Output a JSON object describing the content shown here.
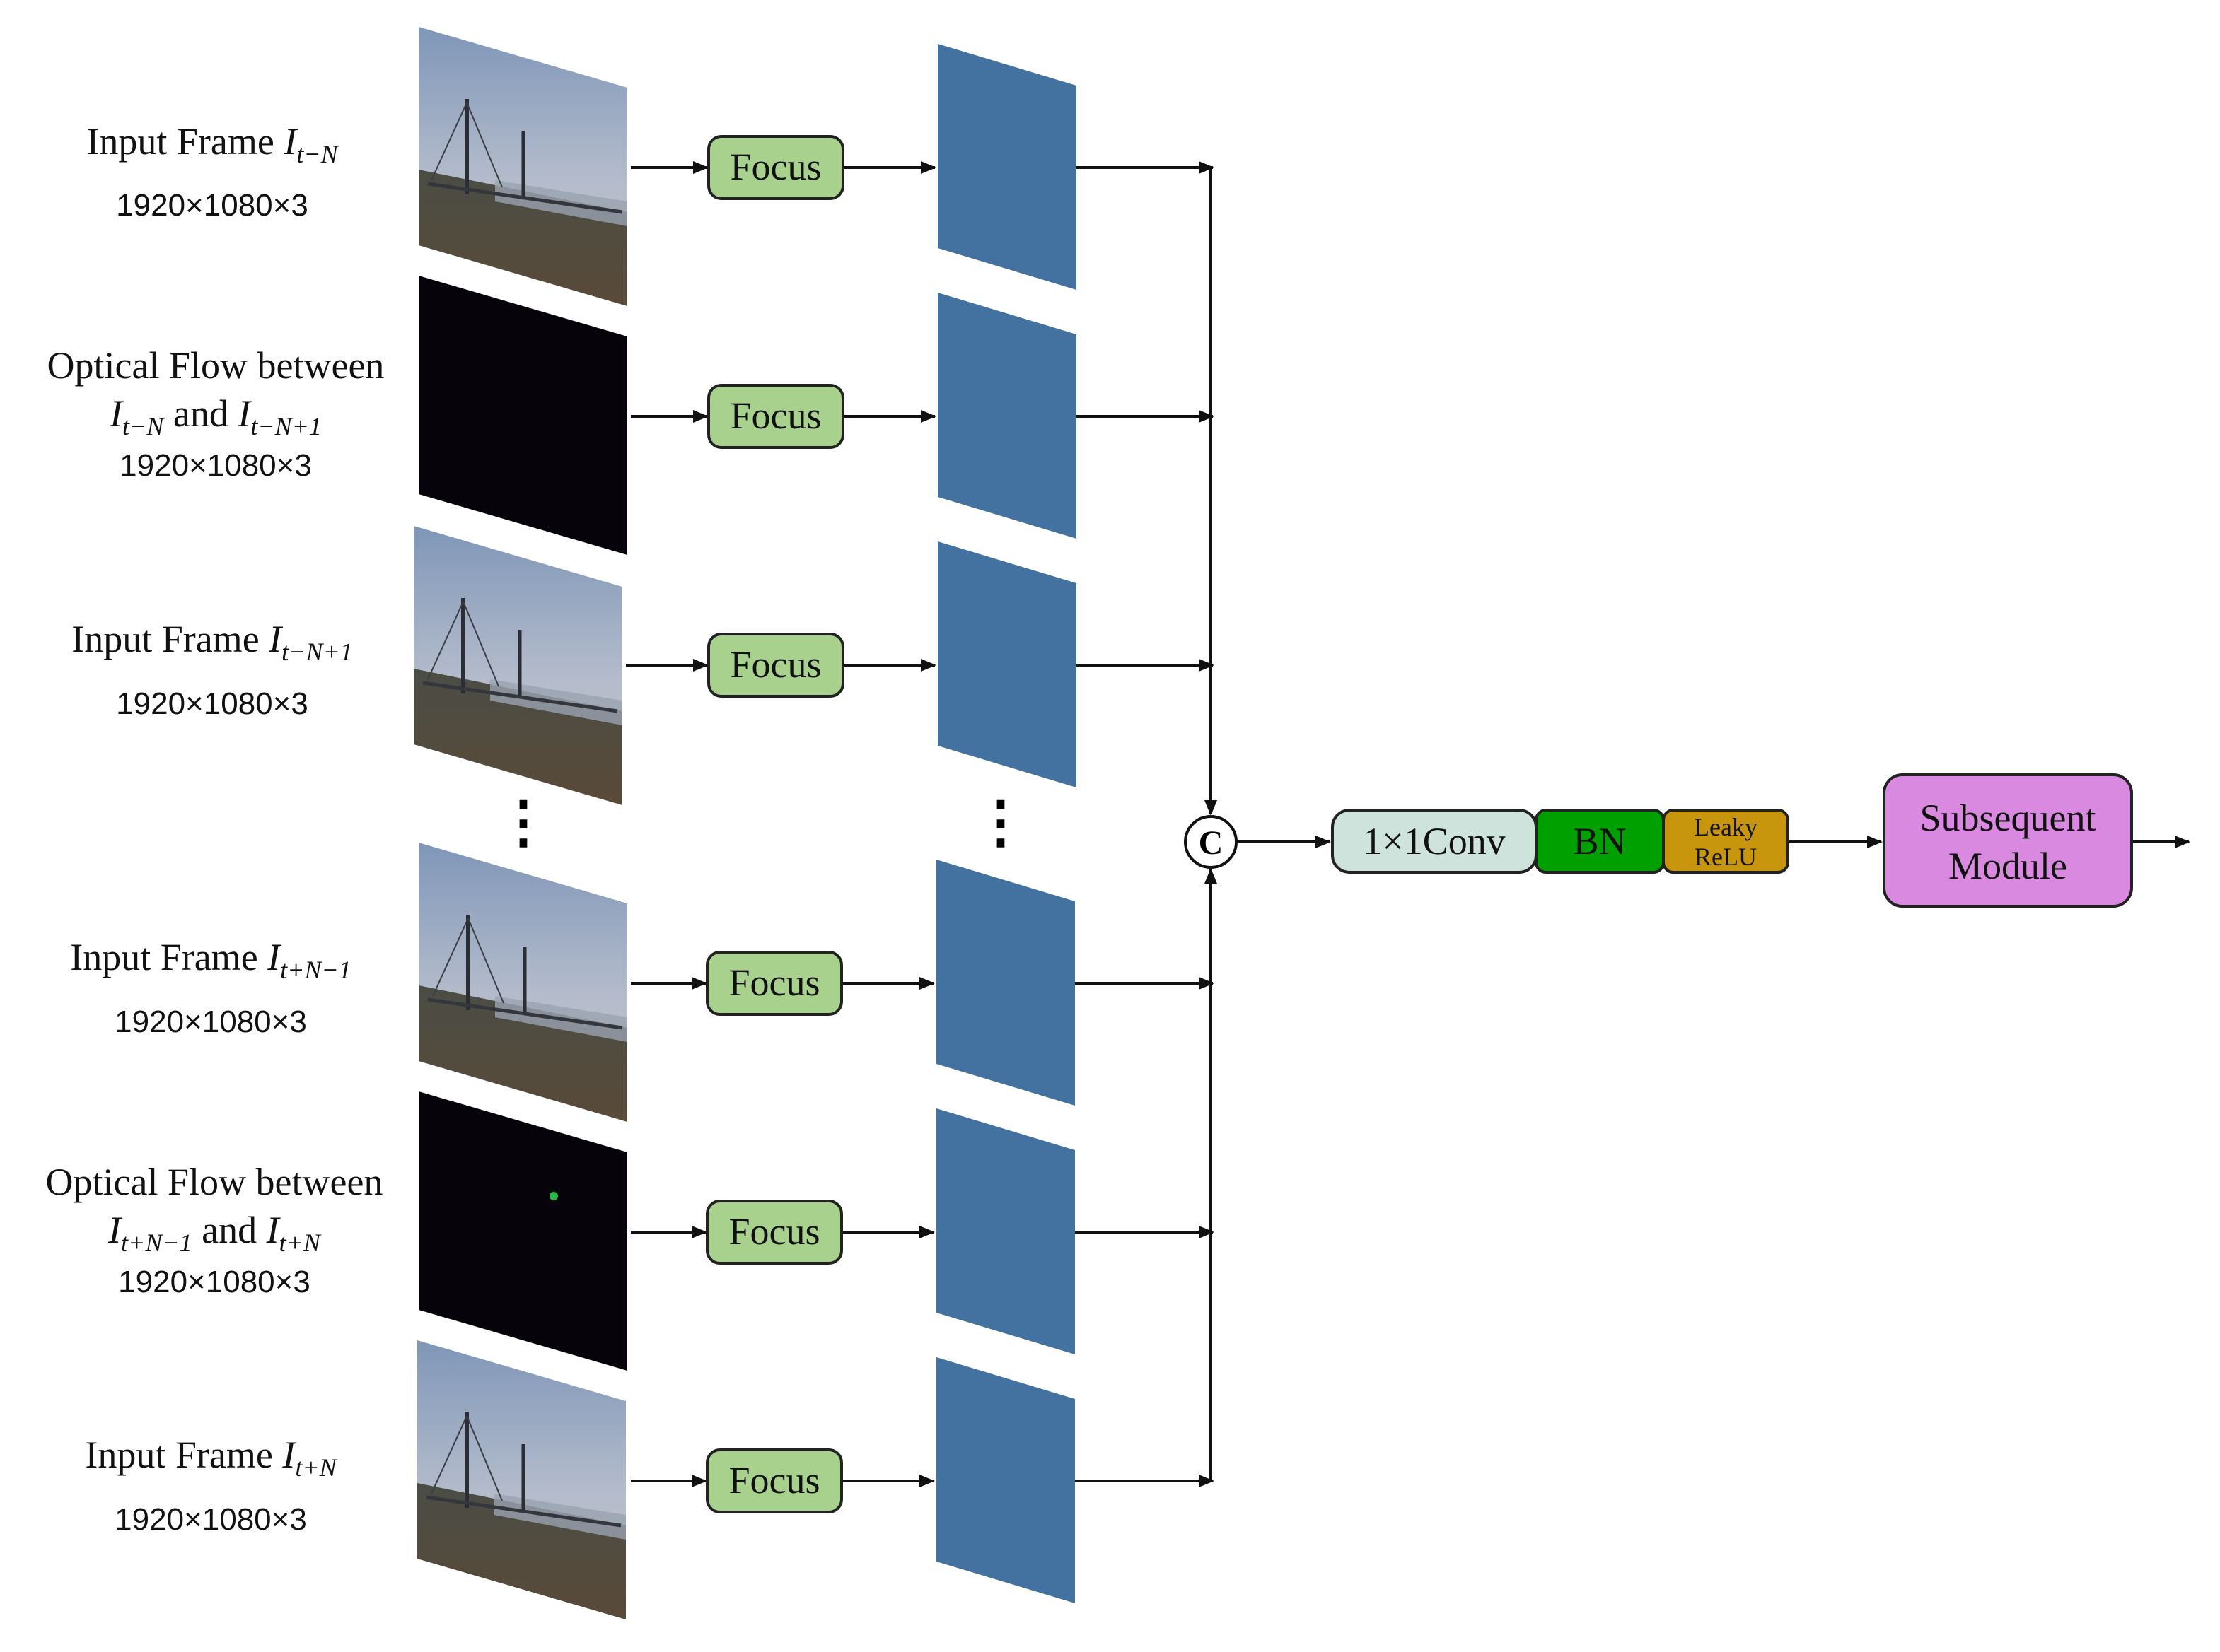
{
  "inputs": [
    {
      "kind": "frame",
      "label_pre": "Input Frame ",
      "sym": "I",
      "sub": "t−N",
      "size": "1920×1080×3"
    },
    {
      "kind": "flow",
      "label_pre": "Optical Flow between",
      "sym_a": "I",
      "sub_a": "t−N",
      "mid": " and ",
      "sym_b": "I",
      "sub_b": "t−N+1",
      "size": "1920×1080×3"
    },
    {
      "kind": "frame",
      "label_pre": "Input Frame ",
      "sym": "I",
      "sub": "t−N+1",
      "size": "1920×1080×3"
    },
    {
      "kind": "frame",
      "label_pre": "Input Frame ",
      "sym": "I",
      "sub": "t+N−1",
      "size": "1920×1080×3"
    },
    {
      "kind": "flow",
      "label_pre": "Optical Flow between",
      "sym_a": "I",
      "sub_a": "t+N−1",
      "mid": " and ",
      "sym_b": "I",
      "sub_b": "t+N",
      "size": "1920×1080×3"
    },
    {
      "kind": "frame",
      "label_pre": "Input Frame ",
      "sym": "I",
      "sub": "t+N",
      "size": "1920×1080×3"
    }
  ],
  "focus_label": "Focus",
  "ellipsis": "⋮",
  "concat_label": "C",
  "conv_label": "1×1Conv",
  "bn_label": "BN",
  "leaky_line1": "Leaky",
  "leaky_line2": "ReLU",
  "subsequent_line1": "Subsequent",
  "subsequent_line2": "Module",
  "colors": {
    "focus_fill": "#a9d18e",
    "feature_map": "#4472a0",
    "conv_fill": "#cde3dc",
    "bn_fill": "#00a000",
    "leaky_fill": "#c8960c",
    "subsequent_fill": "#d98ae0",
    "flow_image": "#06040a"
  }
}
